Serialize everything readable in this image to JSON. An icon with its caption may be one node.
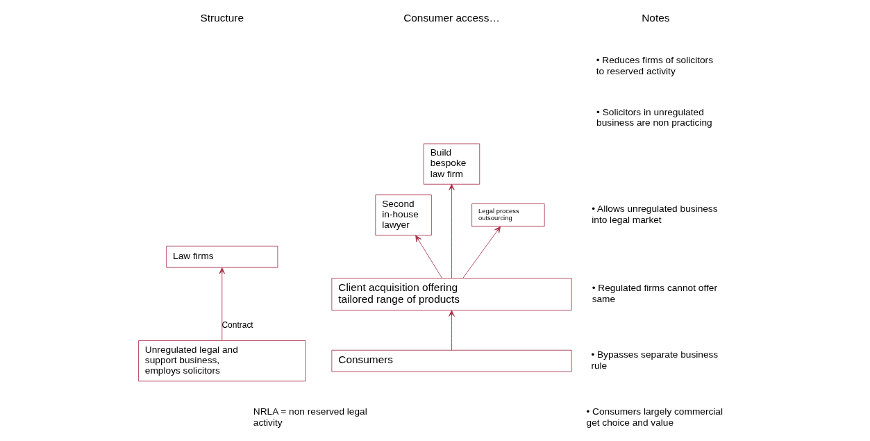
{
  "diagram": {
    "nodes": [
      {
        "text": [
          "Law firms"
        ]
      },
      {
        "text": [
          "Second in-house lawyer"
        ]
      },
      {
        "text": [
          "Build bespoke law firm"
        ]
      },
      {
        "text": [
          "Legal process outsourcing"
        ]
      },
      {
        "text": [
          "Unregulated legal and support business, employs solicitors"
        ]
      },
      {
        "text": [
          "Client acquisition offering tailored range of products"
        ]
      },
      {
        "text": [
          "Consumers"
        ]
      }
    ],
    "edges": [
      {
        "from": 4,
        "to": 0,
        "arrow": "to",
        "label": "Contract"
      },
      {
        "from": 5,
        "to": 1,
        "arrow": "to"
      },
      {
        "from": 5,
        "to": 2,
        "arrow": "to"
      },
      {
        "from": 5,
        "to": 3,
        "arrow": "to"
      },
      {
        "from": 6,
        "to": 5,
        "arrow": "to"
      }
    ],
    "labels": [
      "Structure",
      "Consumer access…",
      "Notes",
      "• Reduces firms of solicitors to reserved activity",
      "• Solicitors in unregulated business are non practicing",
      "• Allows unregulated business into legal market",
      "• Regulated firms cannot offer same",
      "• Bypasses separate business rule",
      "• Consumers largely commercial get choice and value",
      "NRLA = non reserved legal activity"
    ]
  }
}
